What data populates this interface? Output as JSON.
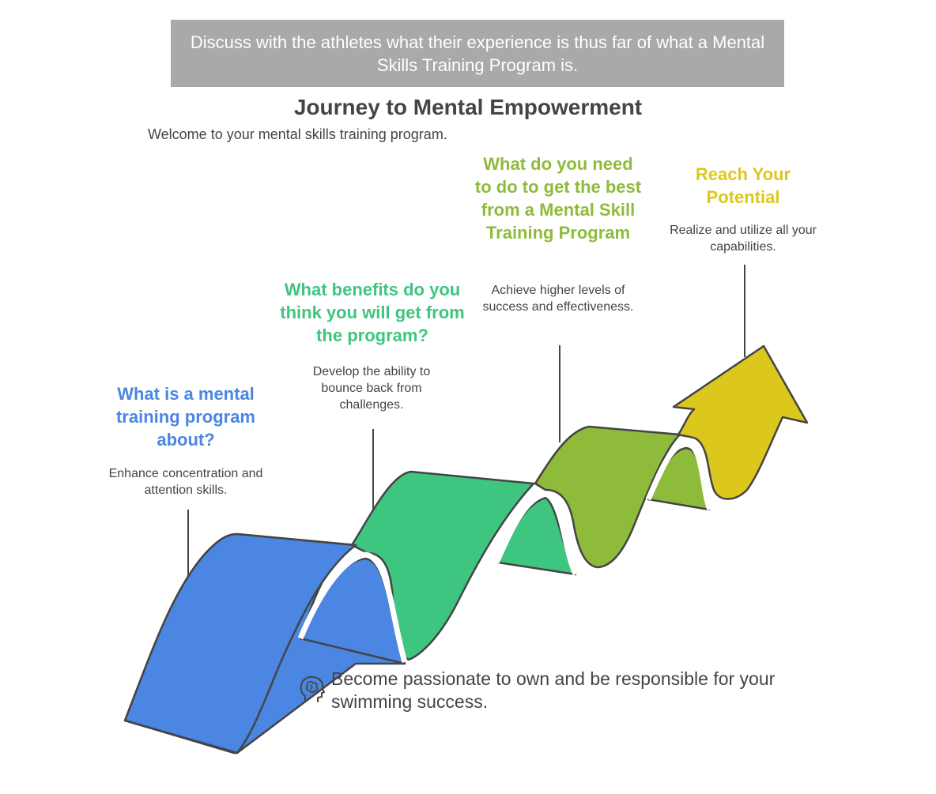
{
  "banner": {
    "text": "Discuss with the athletes what their experience is thus far of what a Mental Skills Training Program is."
  },
  "title": "Journey to Mental Empowerment",
  "subtitle": "Welcome to your mental skills training program.",
  "steps": [
    {
      "title": "What is a mental training program about?",
      "description": "Enhance concentration and attention skills.",
      "color": "#4a86e2"
    },
    {
      "title": "What benefits do you think you will get from the program?",
      "description": "Develop the ability to bounce back from challenges.",
      "color": "#3ec57f"
    },
    {
      "title": "What do you need to do to get the best from a Mental Skill Training Program",
      "description": "Achieve higher levels of success and effectiveness.",
      "color": "#8fbb3a"
    },
    {
      "title": "Reach Your Potential",
      "description": "Realize and utilize all your capabilities.",
      "color": "#dcc81c"
    }
  ],
  "footer": {
    "icon": "brain-head-icon",
    "text": "Become passionate to own and be responsible for your swimming success."
  }
}
